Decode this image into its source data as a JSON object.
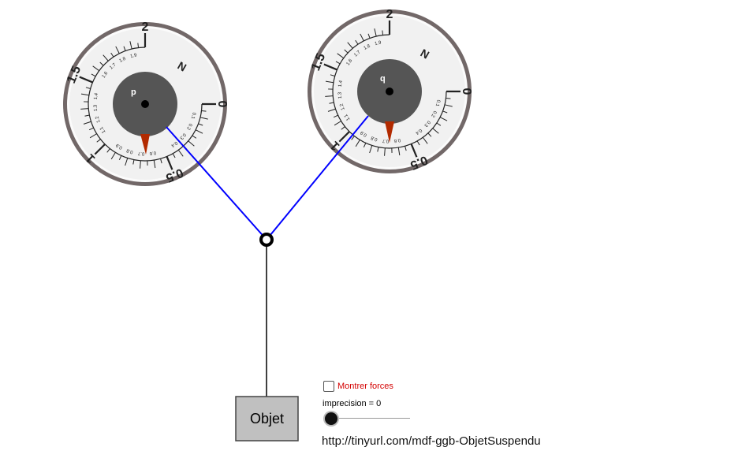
{
  "gauges": [
    {
      "id": "left",
      "needle_label": "p",
      "unit": "N",
      "major_labels": [
        "0",
        "0.5",
        "1",
        "1.5",
        "2"
      ],
      "minor_labels": [
        "0.1",
        "0.2",
        "0.3",
        "0.4",
        "0.6",
        "0.7",
        "0.8",
        "0.9",
        "1.1",
        "1.2",
        "1.3",
        "1.4",
        "1.6",
        "1.7",
        "1.8",
        "1.9"
      ]
    },
    {
      "id": "right",
      "needle_label": "q",
      "unit": "N",
      "major_labels": [
        "0",
        "0.5",
        "1",
        "1.5",
        "2"
      ],
      "minor_labels": [
        "0.1",
        "0.2",
        "0.3",
        "0.4",
        "0.6",
        "0.7",
        "0.8",
        "0.9",
        "1.1",
        "1.2",
        "1.3",
        "1.4",
        "1.6",
        "1.7",
        "1.8",
        "1.9"
      ]
    }
  ],
  "object": {
    "label": "Objet"
  },
  "controls": {
    "show_forces_label": "Montrer forces",
    "show_forces_checked": false,
    "imprecision_label": "imprecision = 0",
    "imprecision_value": 0
  },
  "url": "http://tinyurl.com/mdf-ggb-ObjetSuspendu",
  "colors": {
    "string": "#0000ff",
    "hanging_string": "#000000",
    "needle": "#b22a00",
    "forces_label": "#d40000",
    "object_fill": "#c0c0c0"
  }
}
